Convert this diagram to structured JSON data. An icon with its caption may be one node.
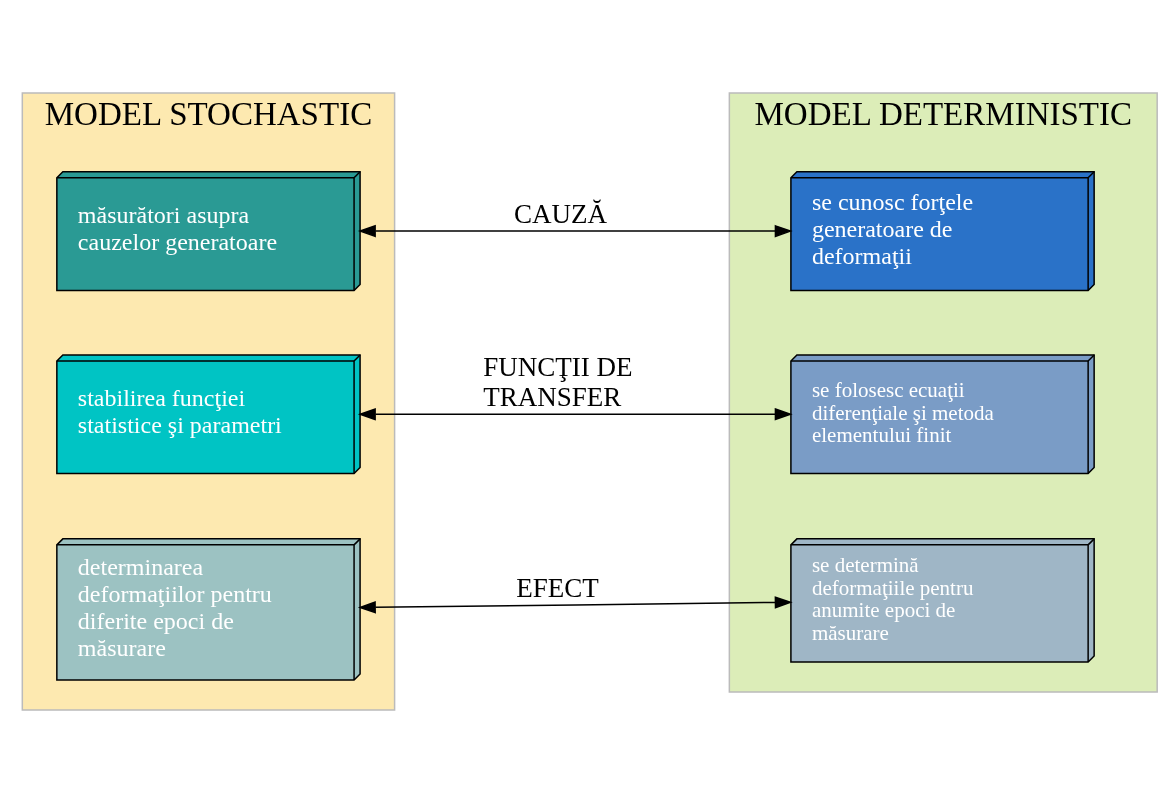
{
  "diagram": {
    "nodes": [
      {
        "text": [
          "MODEL STOCHASTIC"
        ]
      },
      {
        "text": [
          "măsurători asupra cauzelor generatoare"
        ],
        "in": 0
      },
      {
        "text": [
          "stabilirea funcţiei statistice şi parametri"
        ],
        "in": 0
      },
      {
        "text": [
          "determinarea deformaţiilor pentru diferite epoci de măsurare"
        ],
        "in": 0
      },
      {
        "text": [
          "MODEL DETERMINISTIC"
        ]
      },
      {
        "text": [
          "se cunosc forţele generatoare de deformaţii"
        ],
        "in": 4
      },
      {
        "text": [
          "se folosesc ecuaţii diferenţiale şi metoda elementului finit"
        ],
        "in": 4
      },
      {
        "text": [
          "se determină deformaţiile pentru anumite epoci de măsurare"
        ],
        "in": 4
      }
    ],
    "edges": [
      {
        "from": 1,
        "to": 5,
        "arrow": "both",
        "label": "CAUZĂ"
      },
      {
        "from": 2,
        "to": 6,
        "arrow": "both",
        "label": "FUNCŢII DE TRANSFER"
      },
      {
        "from": 3,
        "to": 7,
        "arrow": "both",
        "label": "EFECT"
      }
    ]
  }
}
